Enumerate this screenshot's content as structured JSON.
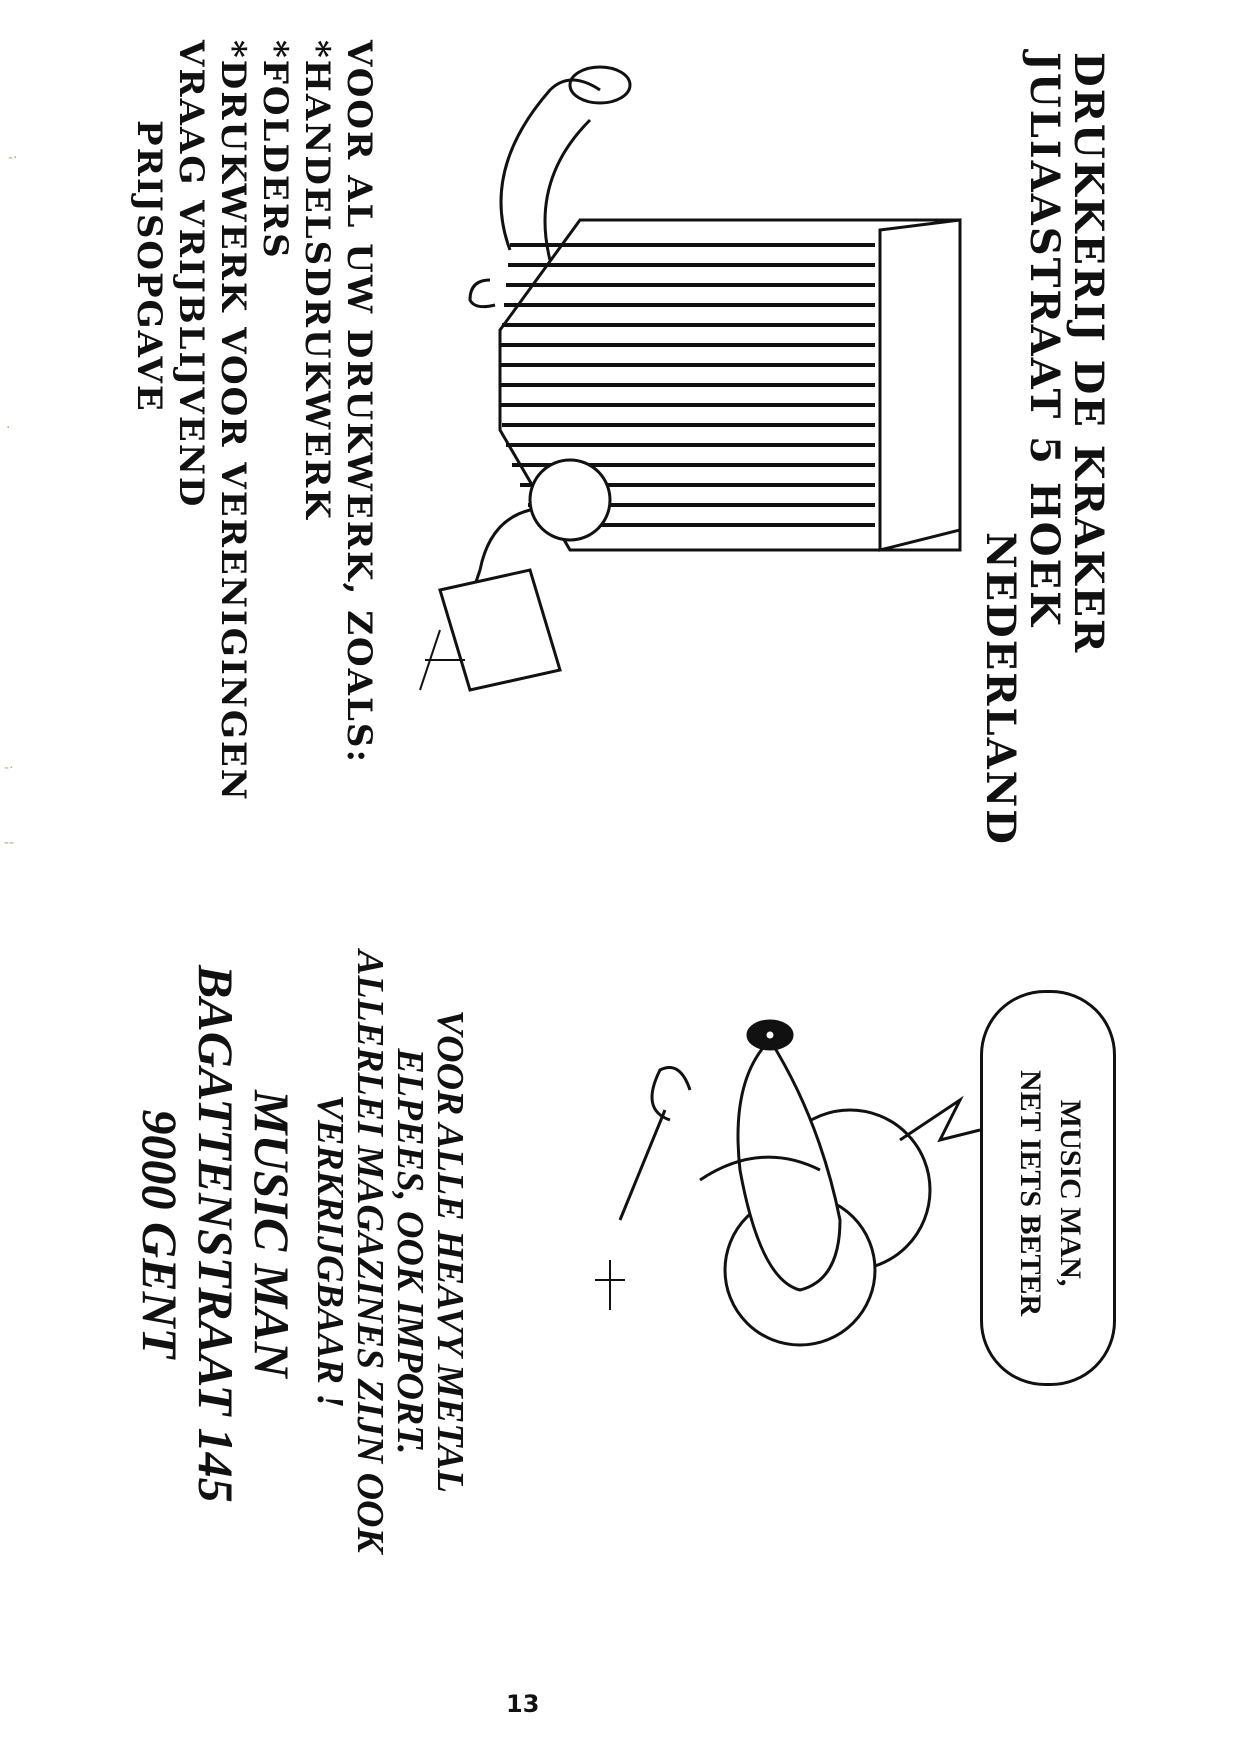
{
  "printer_ad": {
    "heading_lines": [
      "DRUKKERIJ   DE   KRAKER",
      "JULIAASTRAAT 5   HOEK",
      "NEDERLAND"
    ],
    "body_lines": [
      "VOOR AL UW DRUKWERK, ZOALS:",
      "*HANDELSDRUKWERK",
      "*FOLDERS",
      "*DRUKWERK VOOR VERENIGINGEN",
      "VRAAG VRIJBLIJVEND",
      "PRIJSOPGAVE"
    ]
  },
  "record_ad": {
    "speech_bubble_lines": [
      "MUSIC MAN,",
      "NET IETS BETER"
    ],
    "body_lines": [
      "VOOR ALLE HEAVY METAL",
      "ELPEES, OOK IMPORT.",
      "ALLERLEI MAGAZINES ZIJN OOK",
      "VERKRIJGBAAR !"
    ],
    "address_lines": [
      "MUSIC MAN",
      "BAGATTENSTRAAT 145",
      "9000 GENT"
    ]
  },
  "page_number": "13"
}
